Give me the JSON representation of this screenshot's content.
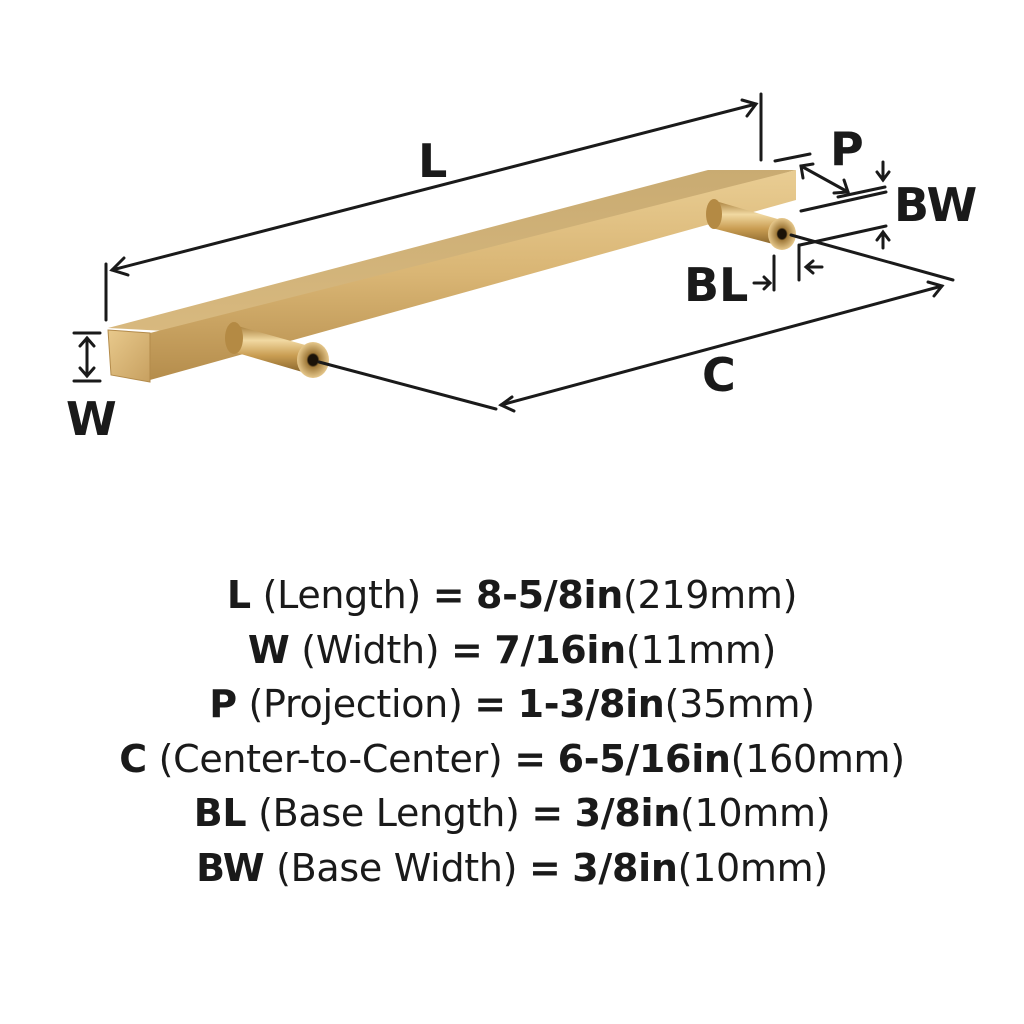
{
  "diagram": {
    "labels": {
      "L": "L",
      "W": "W",
      "P": "P",
      "BW": "BW",
      "BL": "BL",
      "C": "C"
    },
    "colors": {
      "finish_light": "#e3c48a",
      "finish_mid": "#c9a261",
      "finish_dark": "#9a7434",
      "line": "#1a1a1a"
    }
  },
  "specs": [
    {
      "key": "L",
      "name": "(Length)",
      "eq": "=",
      "inch": "8-5/8in",
      "mm": "(219mm)"
    },
    {
      "key": "W",
      "name": "(Width)",
      "eq": "=",
      "inch": "7/16in",
      "mm": "(11mm)"
    },
    {
      "key": "P",
      "name": "(Projection)",
      "eq": "=",
      "inch": "1-3/8in",
      "mm": "(35mm)"
    },
    {
      "key": "C",
      "name": "(Center-to-Center)",
      "eq": "=",
      "inch": "6-5/16in",
      "mm": "(160mm)"
    },
    {
      "key": "BL",
      "name": "(Base Length)",
      "eq": "=",
      "inch": "3/8in",
      "mm": "(10mm)"
    },
    {
      "key": "BW",
      "name": "(Base Width)",
      "eq": "=",
      "inch": "3/8in",
      "mm": "(10mm)"
    }
  ]
}
